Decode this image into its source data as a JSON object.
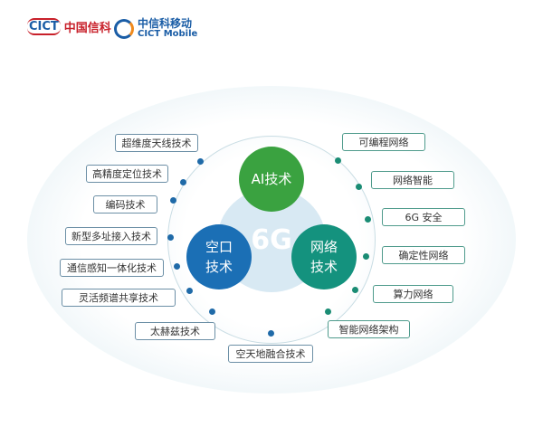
{
  "logos": {
    "cict_mark": "CICT",
    "cict_name": "中国信科",
    "mobile_name": "中信科移动",
    "mobile_en": "CICT Mobile"
  },
  "center": {
    "label": "6G",
    "ai": "AI技术",
    "air_line1": "空口",
    "air_line2": "技术",
    "net_line1": "网络",
    "net_line2": "技术"
  },
  "left_items": [
    "超维度天线技术",
    "高精度定位技术",
    "编码技术",
    "新型多址接入技术",
    "通信感知一体化技术",
    "灵活频谱共享技术",
    "太赫兹技术"
  ],
  "bottom_item": "空天地融合技术",
  "right_items": [
    "可编程网络",
    "网络智能",
    "6G 安全",
    "确定性网络",
    "算力网络",
    "智能网络架构"
  ],
  "colors": {
    "ai": "#3aa240",
    "air": "#1b6fb5",
    "net": "#14927e",
    "left_dot": "#1f6aa8",
    "right_dot": "#1a8c74"
  }
}
